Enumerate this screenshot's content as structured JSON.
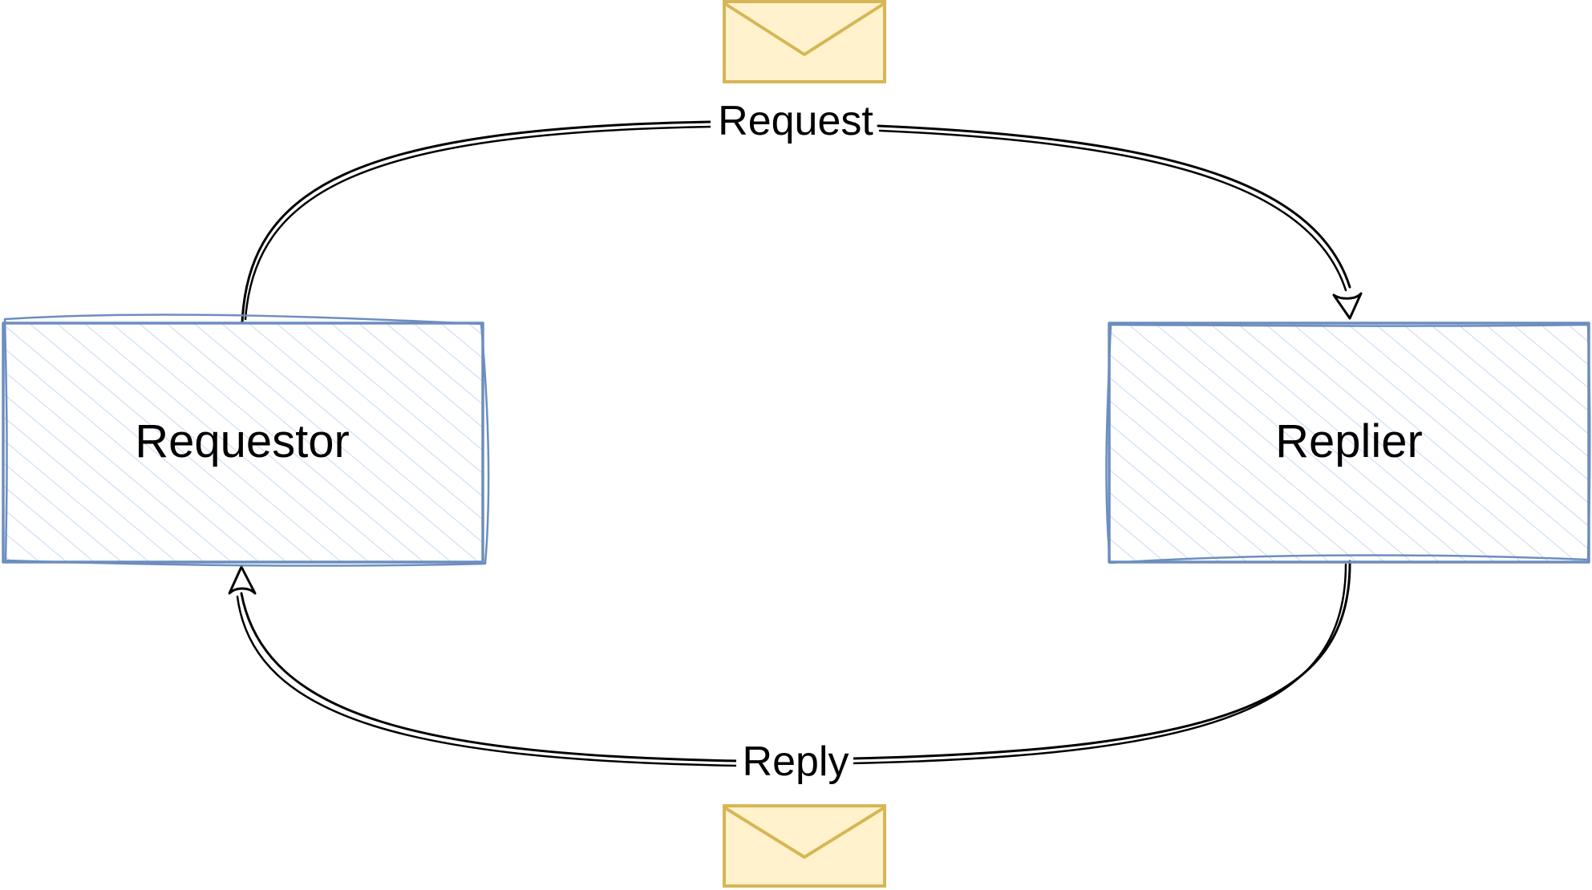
{
  "nodes": {
    "requestor": {
      "label": "Requestor"
    },
    "replier": {
      "label": "Replier"
    }
  },
  "edges": {
    "request": {
      "label": "Request",
      "from": "requestor",
      "to": "replier"
    },
    "reply": {
      "label": "Reply",
      "from": "replier",
      "to": "requestor"
    }
  },
  "icons": {
    "request_message": "envelope-icon",
    "reply_message": "envelope-icon"
  },
  "colors": {
    "node_stroke": "#6c8ebf",
    "node_hatch": "#c9dcf5",
    "envelope_fill": "#fff2cc",
    "envelope_stroke": "#d6b656",
    "edge_stroke": "#000000"
  }
}
